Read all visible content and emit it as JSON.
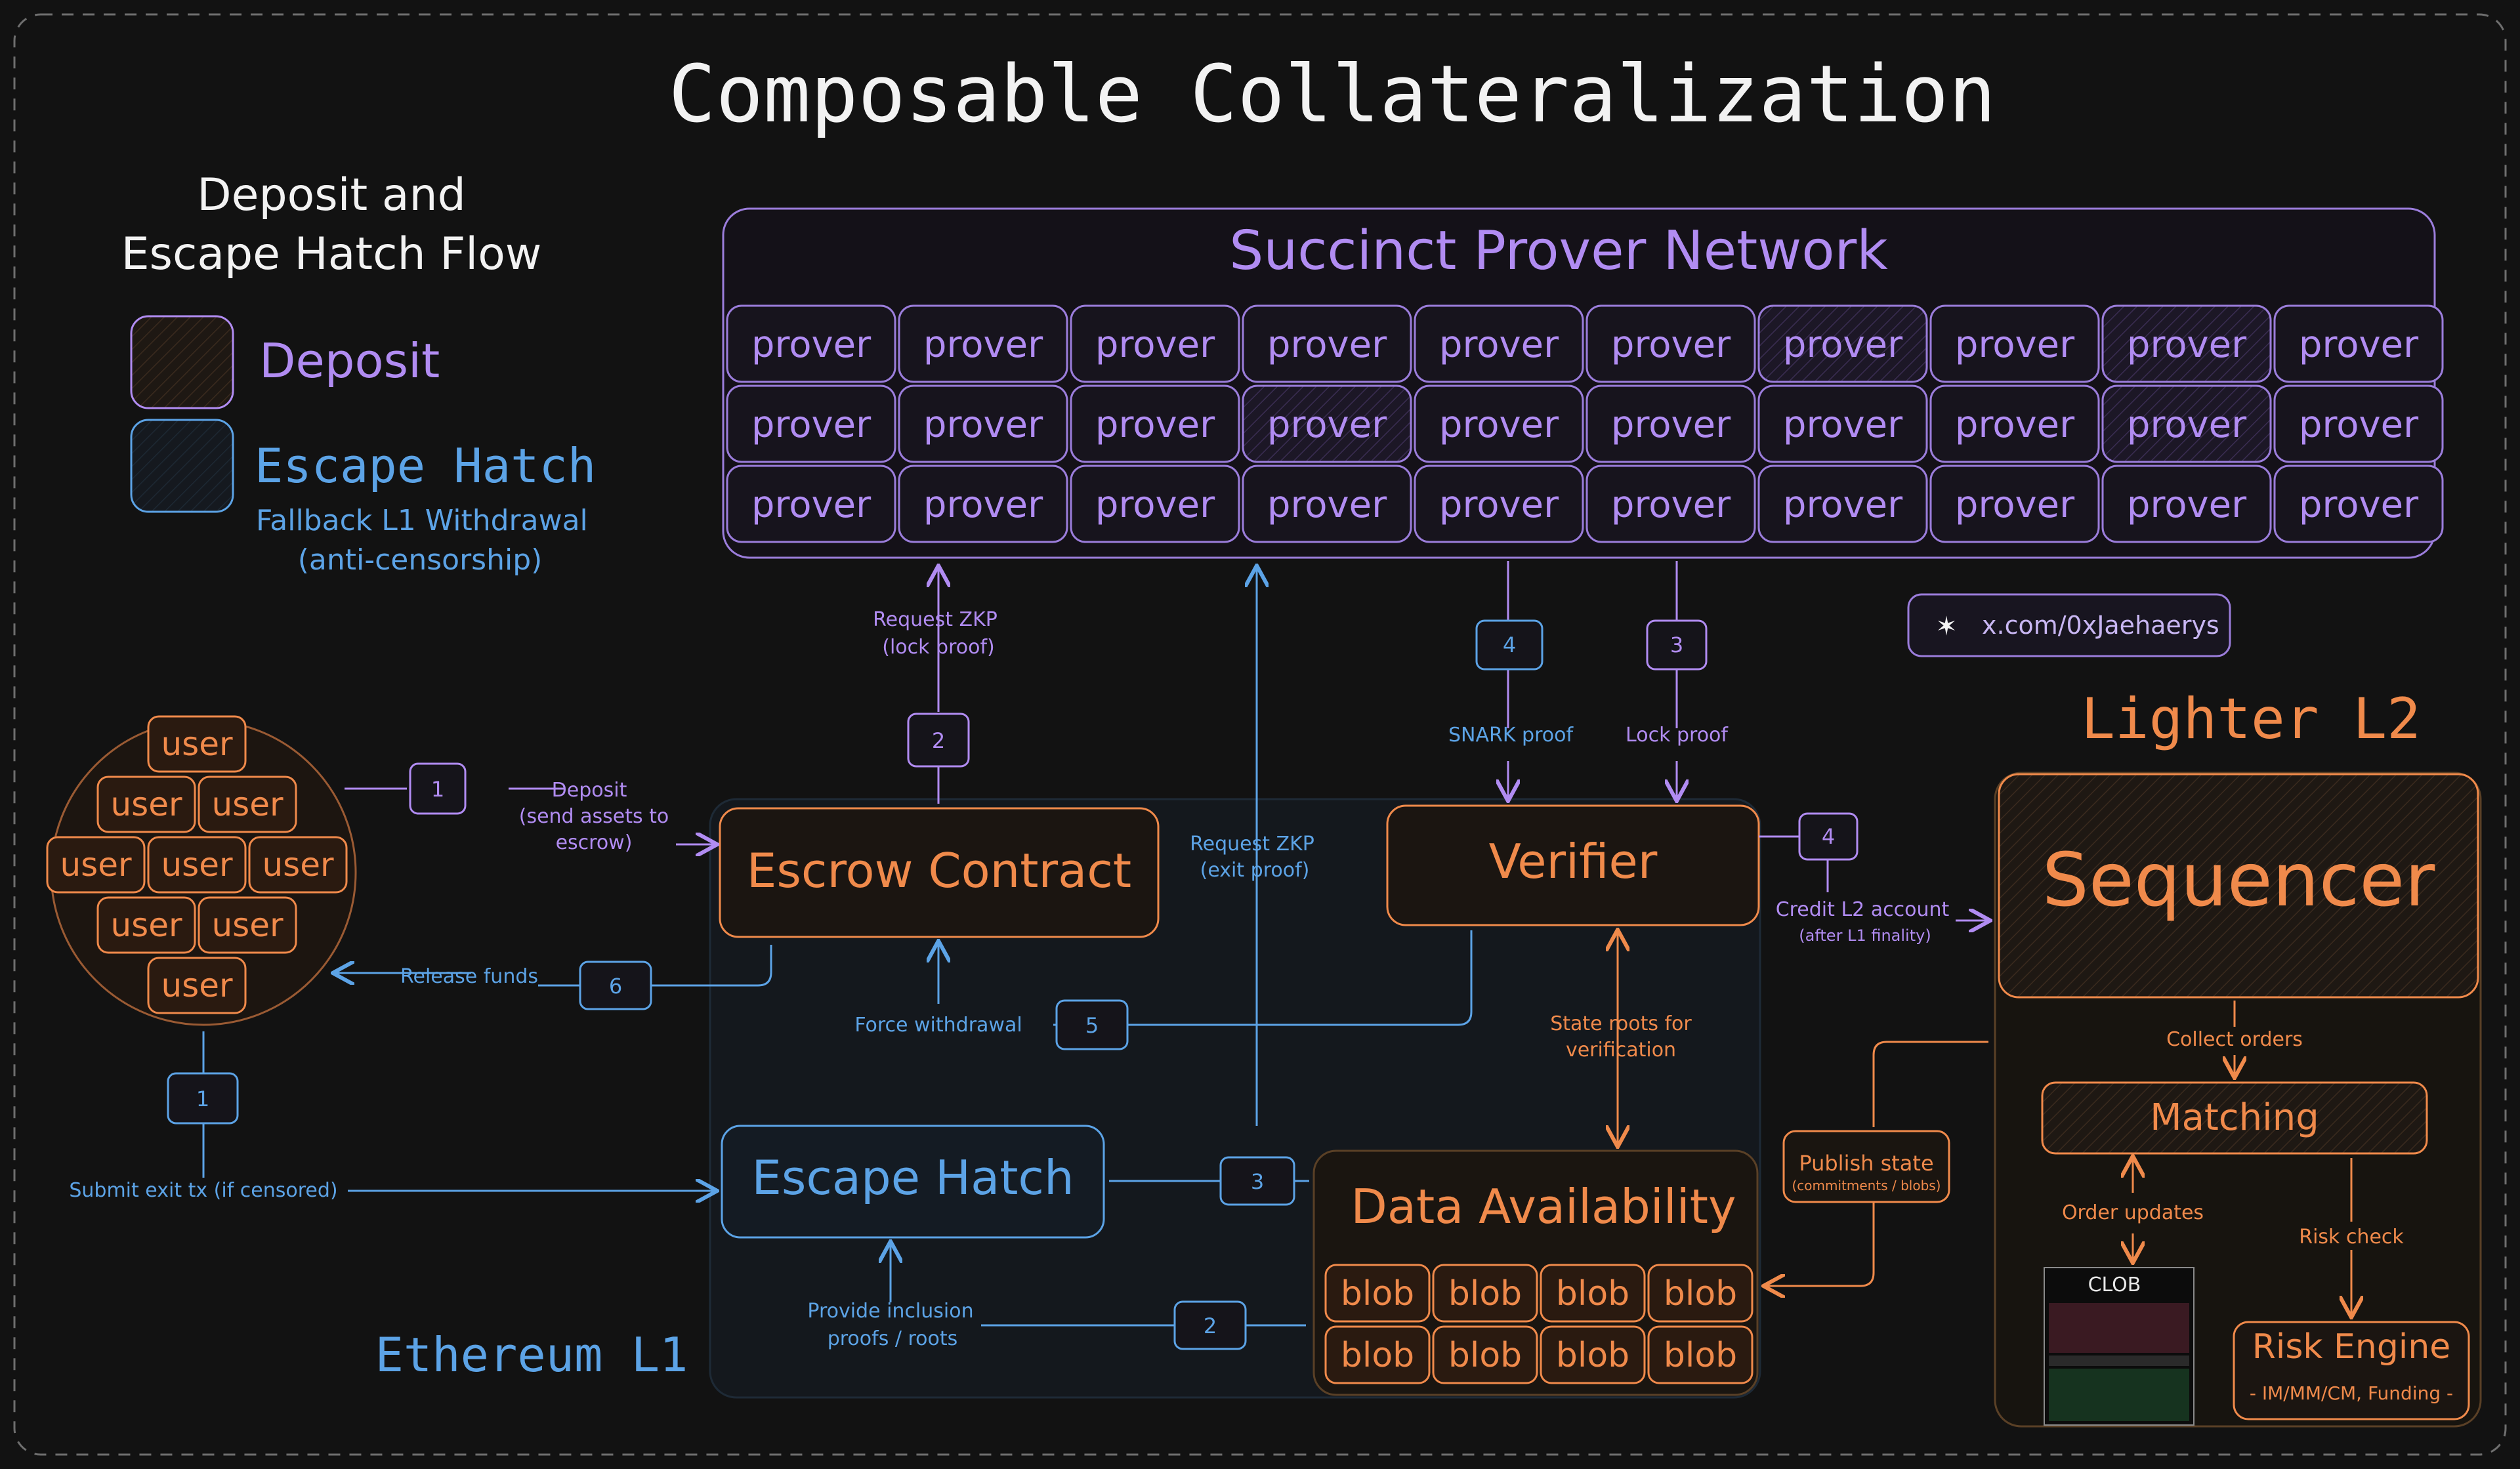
{
  "title": "Composable Collateralization",
  "colors": {
    "background": "#121212",
    "text": "#f2f2f2",
    "purple": "#b18cf2",
    "orange": "#f08a4b",
    "blue": "#5ca3e6",
    "deposit_fill": "#2a1f17",
    "escape_fill": "#16222e"
  },
  "legend": {
    "heading_line1": "Deposit and",
    "heading_line2": "Escape Hatch Flow",
    "deposit_label": "Deposit",
    "escape_label": "Escape Hatch",
    "escape_sub1": "Fallback L1 Withdrawal",
    "escape_sub2": "(anti-censorship)"
  },
  "prover_network": {
    "title": "Succinct Prover Network",
    "prover_label": "prover",
    "rows": 3,
    "cols": 10,
    "highlighted": [
      [
        0,
        6
      ],
      [
        0,
        8
      ],
      [
        1,
        3
      ],
      [
        1,
        8
      ]
    ]
  },
  "credit": "x.com/0xJaehaerys",
  "users": {
    "label": "user",
    "rows": [
      1,
      2,
      3,
      2,
      1
    ]
  },
  "ethereum": {
    "label": "Ethereum L1",
    "escrow": "Escrow Contract",
    "verifier": "Verifier",
    "escape_hatch": "Escape Hatch",
    "data_availability": "Data Availability",
    "blob_label": "blob"
  },
  "lighter": {
    "label": "Lighter L2",
    "sequencer": "Sequencer",
    "matching": "Matching",
    "clob": "CLOB",
    "risk_engine": "Risk Engine",
    "risk_engine_sub": "- IM/MM/CM, Funding -"
  },
  "steps": {
    "deposit": "1",
    "request_lock": "2",
    "snark": "4",
    "lock": "3",
    "credit": "4",
    "release": "6",
    "force": "5",
    "submit_exit": "1",
    "request_exit": "3",
    "inclusion": "2"
  },
  "labels": {
    "deposit_line1": "Deposit",
    "deposit_line2": "(send assets to",
    "deposit_line3": "escrow)",
    "request_zkp_lock1": "Request ZKP",
    "request_zkp_lock2": "(lock proof)",
    "request_zkp_exit1": "Request ZKP",
    "request_zkp_exit2": "(exit proof)",
    "snark_proof": "SNARK proof",
    "lock_proof": "Lock proof",
    "credit1": "Credit L2 account",
    "credit2": "(after L1 finality)",
    "release_funds": "Release funds",
    "force_withdrawal": "Force withdrawal",
    "state_roots1": "State roots for",
    "state_roots2": "verification",
    "submit_exit": "Submit exit tx (if censored)",
    "inclusion1": "Provide inclusion",
    "inclusion2": "proofs / roots",
    "publish1": "Publish state",
    "publish2": "(commitments / blobs)",
    "collect_orders": "Collect orders",
    "order_updates": "Order updates",
    "risk_check": "Risk check"
  }
}
